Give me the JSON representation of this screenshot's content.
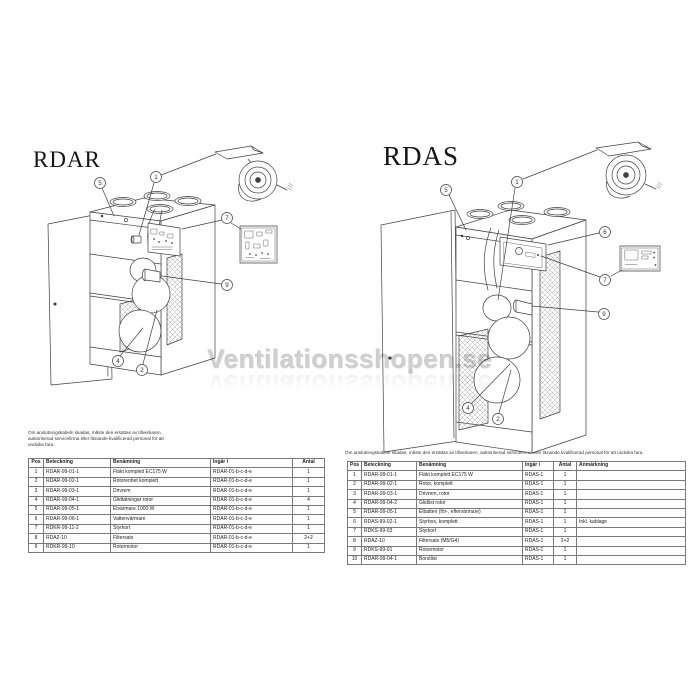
{
  "watermark": {
    "text": "Ventilationsshopen.se"
  },
  "left_section": {
    "title": "RDAR",
    "warning": "Om anslutningskabeln skadas, måste den ersättas av tillverkaren,\nauktoriserad servicefirma eller liknande kvalificerad personal för att\nundvika fara.",
    "callouts": {
      "c1": "1",
      "c2": "2",
      "c4": "4",
      "c5": "5",
      "c7": "7",
      "c9": "9"
    },
    "table": {
      "headers": [
        "Pos",
        "Beteckning",
        "Benämning",
        "Ingår i",
        "Antal"
      ],
      "rows": [
        [
          "1",
          "RDAR-99-01-1",
          "Fläkt komplett EC175 W",
          "RDAR-01-b-c-d-e",
          "1"
        ],
        [
          "2",
          "RDAR-99-02-1",
          "Rotorenhet komplett",
          "RDAR-01-b-c-d-e",
          "1"
        ],
        [
          "3",
          "RDAR-99-03-1",
          "Drivrem",
          "RDAR-01-b-c-d-e",
          "1"
        ],
        [
          "4",
          "RDAR-99-04-1",
          "Glidtätningar rotor",
          "RDAR-01-b-c-d-e",
          "4"
        ],
        [
          "5",
          "RDAR-99-05-1",
          "Elvärmare 1000 W",
          "RDAR-01-b-c-d-e",
          "1"
        ],
        [
          "6",
          "RDAR-99-06-1",
          "Vattenvärmare",
          "RDAR-01-b-c-3-e",
          "1"
        ],
        [
          "7",
          "RDKR-99-11-2",
          "Styrkort",
          "RDAR-01-b-c-d-e",
          "1"
        ],
        [
          "8",
          "RDAZ-10",
          "Filtersats",
          "RDAR-01-b-c-d-e",
          "2+2"
        ],
        [
          "9",
          "RDKR-99-10",
          "Rotormotor",
          "RDAR-01-b-c-d-e",
          "1"
        ]
      ]
    }
  },
  "right_section": {
    "title": "RDAS",
    "warning": "Om anslutningskabeln skadas, måste den ersättas av tillverkaren, auktoriserad servicefirma eller liknande kvalificerad personal för att undvika fara.",
    "callouts": {
      "c1": "1",
      "c2": "2",
      "c4": "4",
      "c5": "5",
      "c6": "6",
      "c7": "7",
      "c9": "9"
    },
    "table": {
      "headers": [
        "Pos",
        "Beteckning",
        "Benämning",
        "Ingår i",
        "Antal",
        "Anmärkning"
      ],
      "rows": [
        [
          "1",
          "RDAR-99-01-1",
          "Fläkt komplett EC175 W",
          "RDAS-1",
          "1",
          ""
        ],
        [
          "2",
          "RDAR-99-02-1",
          "Rotor, komplett",
          "RDAS-1",
          "1",
          ""
        ],
        [
          "3",
          "RDAR-99-03-1",
          "Drivrem, rotor",
          "RDAS-1",
          "1",
          ""
        ],
        [
          "4",
          "RDAR-99-04-2",
          "Glidlist rotor",
          "RDAS-1",
          "1",
          ""
        ],
        [
          "5",
          "RDAR-99-05-1",
          "Elbatteri (för-, eftervärmare)",
          "RDAS-1",
          "1",
          ""
        ],
        [
          "6",
          "RDAS-99-02-1",
          "Styrbox, komplett",
          "RDAS-1",
          "1",
          "Inkl. kablage"
        ],
        [
          "7",
          "RDKS-99-03",
          "Styrkort",
          "RDAS-1",
          "1",
          ""
        ],
        [
          "8",
          "RDAZ-10",
          "Filtersats (M5/G4)",
          "RDAS-1",
          "2+2",
          ""
        ],
        [
          "9",
          "RDKS-99-01",
          "Rotormotor",
          "RDAS-1",
          "1",
          ""
        ],
        [
          "10",
          "RDAR-99-04-1",
          "Borstlist",
          "RDAS-1",
          "1",
          ""
        ]
      ]
    }
  }
}
